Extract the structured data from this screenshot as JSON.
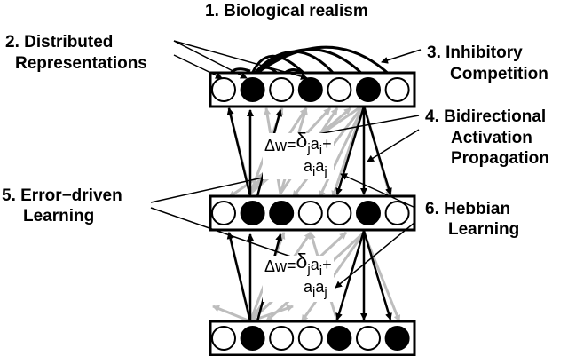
{
  "labels": {
    "biological_realism": "1. Biological realism",
    "distributed_line1": "2. Distributed",
    "distributed_line2": "Representations",
    "inhibitory_line1": "3. Inhibitory",
    "inhibitory_line2": "Competition",
    "bidirectional_line1": "4. Bidirectional",
    "bidirectional_line2": "Activation",
    "bidirectional_line3": "Propagation",
    "error_line1": "5. Error−driven",
    "error_line2": "Learning",
    "hebbian_line1": "6. Hebbian",
    "hebbian_line2": "Learning"
  },
  "formula": {
    "lhs": "Δw",
    "eq": "=",
    "delta": "δ",
    "j": "j",
    "a": "a",
    "i": "i",
    "plus": "+"
  },
  "layers": [
    {
      "name": "top",
      "units": [
        false,
        true,
        false,
        true,
        false,
        true,
        false
      ]
    },
    {
      "name": "middle",
      "units": [
        false,
        true,
        true,
        false,
        false,
        true,
        false
      ]
    },
    {
      "name": "bottom",
      "units": [
        false,
        true,
        false,
        false,
        true,
        false,
        true
      ]
    }
  ]
}
